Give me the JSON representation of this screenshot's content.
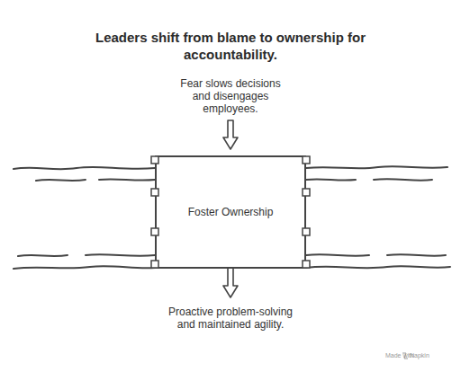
{
  "diagram": {
    "title": "Leaders shift from blame to ownership for accountability.",
    "nodes": [
      {
        "text": [
          "Foster Ownership"
        ]
      }
    ],
    "labels": [
      "Fear slows decisions and disengages employees.",
      "Proactive problem-solving and maintained agility.",
      "Made with",
      "Napkin"
    ]
  }
}
